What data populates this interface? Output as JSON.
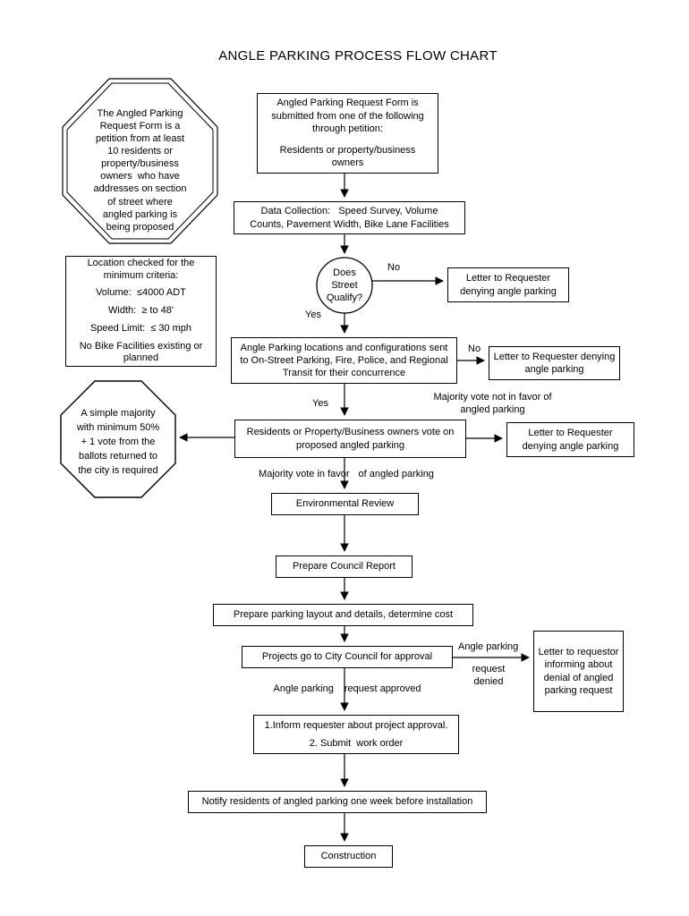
{
  "title": "ANGLE PARKING PROCESS FLOW CHART",
  "nodes": {
    "petitionNote": {
      "lines": [
        "The Angled Parking",
        "Request Form is a",
        "petition from at least",
        "10 residents or",
        "property/business",
        "owners  who have",
        "addresses on section",
        "of street where",
        "angled parking is",
        "being proposed"
      ]
    },
    "requestForm": {
      "para1": "Angled Parking Request Form is submitted from one of the following through petition:",
      "para2": "Residents or property/business owners"
    },
    "dataCollection": {
      "text": "Data Collection:   Speed Survey, Volume Counts, Pavement Width, Bike Lane Facilities"
    },
    "qualify": {
      "lines": [
        "Does",
        "Street",
        "Qualify?"
      ]
    },
    "denyLetter1": {
      "text": "Letter to Requester denying angle parking"
    },
    "criteria": {
      "lines": [
        "Location checked for the",
        "minimum criteria:",
        "Volume:  ≤4000 ADT",
        "Width:  ≥ to 48'",
        "Speed Limit:  ≤ 30 mph",
        "No Bike Facilities existing or",
        "planned"
      ]
    },
    "concurrence": {
      "text": "Angle Parking locations and configurations sent to On-Street Parking, Fire, Police, and Regional Transit for their concurrence"
    },
    "denyLetter2": {
      "text": "Letter to Requester denying angle parking"
    },
    "vote": {
      "text": "Residents or Property/Business owners vote on proposed angled parking"
    },
    "denyLetter3": {
      "text": "Letter to Requester denying angle parking"
    },
    "majorityNote": {
      "lines": [
        "A simple majority",
        "with minimum 50%",
        "+ 1 vote from the",
        "ballots returned to",
        "the city is required"
      ]
    },
    "environmentalReview": {
      "text": "Environmental Review"
    },
    "councilReport": {
      "text": "Prepare Council Report"
    },
    "parkingLayout": {
      "text": "Prepare parking layout and details, determine cost"
    },
    "councilApproval": {
      "text": "Projects go to City Council for approval"
    },
    "denialLetter": {
      "text": "Letter to requestor informing about denial of angled parking request"
    },
    "approvalSteps": {
      "step1": "1.Inform requester about project approval.",
      "step2": "2. Submit  work order"
    },
    "notifyResidents": {
      "text": "Notify residents of angled parking one week before installation"
    },
    "construction": {
      "text": "Construction"
    }
  },
  "labels": {
    "no": "No",
    "yes": "Yes",
    "notInFavor": "Majority vote not in favor of angled parking",
    "inFavorLeft": "Majority vote in favor",
    "inFavorRight": "of angled parking",
    "deniedTop": "Angle parking",
    "deniedBottom": "request denied",
    "approvedLeft": "Angle parking",
    "approvedRight": "request approved"
  }
}
